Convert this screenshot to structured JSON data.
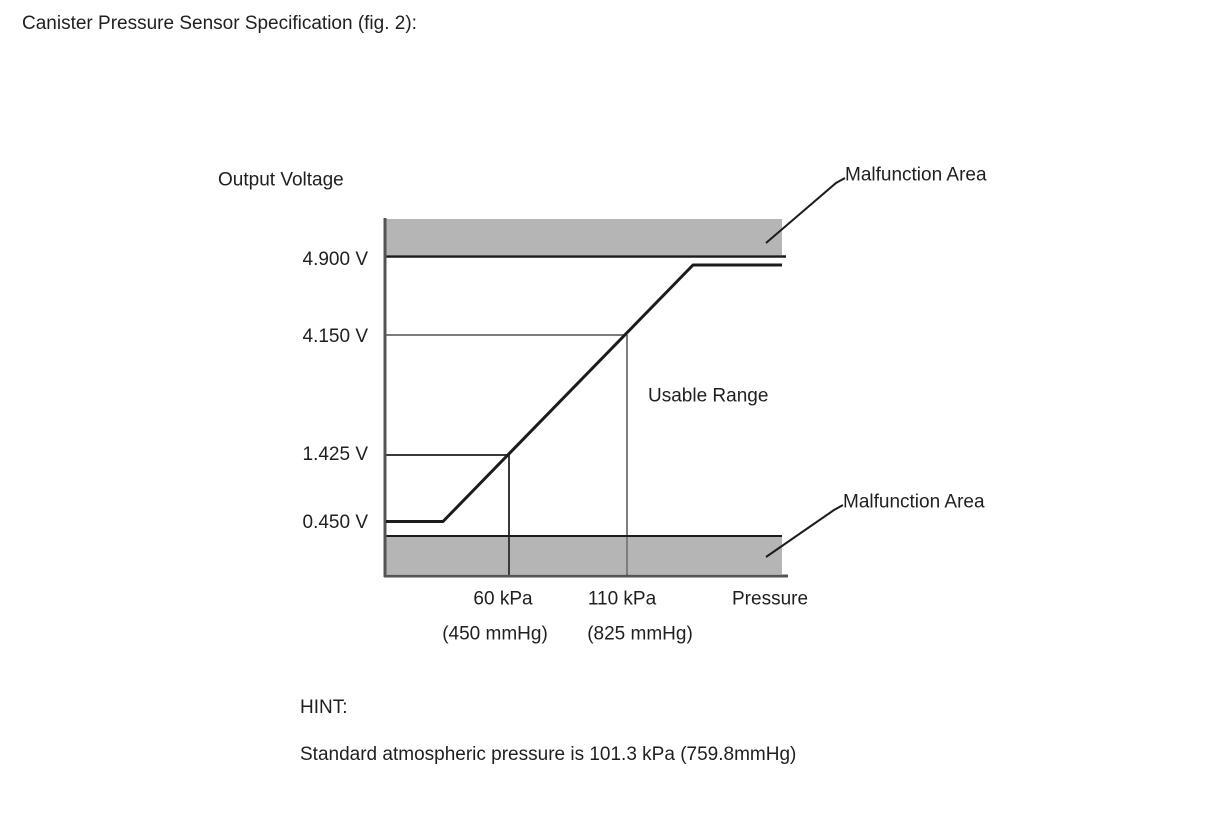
{
  "page": {
    "title": "Canister Pressure Sensor Specification (fig. 2):"
  },
  "chart": {
    "y_axis_title": "Output Voltage",
    "x_axis_title": "Pressure",
    "y_tick_labels": [
      "4.900 V",
      "4.150 V",
      "1.425 V",
      "0.450 V"
    ],
    "x_tick_labels_kpa": [
      "60 kPa",
      "110 kPa"
    ],
    "x_tick_labels_mmhg": [
      "(450 mmHg)",
      "(825 mmHg)"
    ],
    "annotations": {
      "malfunction_top": "Malfunction Area",
      "malfunction_bottom": "Malfunction Area",
      "usable_range": "Usable Range"
    },
    "colors": {
      "band_gray": "#b5b5b5",
      "curve_black": "#1c1c1c",
      "axis_gray": "#545454",
      "ref_dark": "#3a3a3a",
      "ref_gray": "#7d7d7d"
    }
  },
  "hint": {
    "label": "HINT:",
    "text": "Standard atmospheric pressure is 101.3 kPa (759.8mmHg)"
  },
  "chart_data": {
    "type": "line",
    "title": "Canister Pressure Sensor Specification (fig. 2)",
    "xlabel": "Pressure",
    "ylabel": "Output Voltage",
    "x_ticks": [
      {
        "kpa": 60,
        "mmHg": 450
      },
      {
        "kpa": 110,
        "mmHg": 825
      }
    ],
    "y_ticks_v": [
      4.9,
      4.15,
      1.425,
      0.45
    ],
    "reference_points": [
      {
        "pressure_kpa": 60,
        "pressure_mmHg": 450,
        "voltage_v": 1.425
      },
      {
        "pressure_kpa": 110,
        "pressure_mmHg": 825,
        "voltage_v": 4.15
      }
    ],
    "series": [
      {
        "name": "sensor output voltage vs pressure",
        "points_estimated": [
          {
            "pressure_kpa": 8,
            "voltage_v": 0.45
          },
          {
            "pressure_kpa": 33,
            "voltage_v": 0.45
          },
          {
            "pressure_kpa": 60,
            "voltage_v": 1.425
          },
          {
            "pressure_kpa": 110,
            "voltage_v": 4.15
          },
          {
            "pressure_kpa": 138,
            "voltage_v": 4.8
          },
          {
            "pressure_kpa": 176,
            "voltage_v": 4.8
          }
        ]
      }
    ],
    "regions": [
      {
        "name": "Malfunction Area",
        "location": "above 4.900 V band at top of plot"
      },
      {
        "name": "Usable Range",
        "location": "between 0.450 V and 4.900 V"
      },
      {
        "name": "Malfunction Area",
        "location": "below 0.450 V band at bottom of plot"
      }
    ],
    "grid": false,
    "legend": false,
    "note": "Standard atmospheric pressure is 101.3 kPa (759.8mmHg)"
  }
}
